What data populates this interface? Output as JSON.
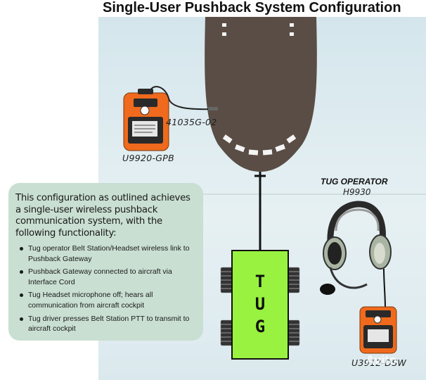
{
  "title": "Single-User Pushback System Configuration",
  "devices": {
    "gateway_cord": "41035G-02",
    "gateway": "U9920-GPB",
    "tug_operator_title": "TUG OPERATOR",
    "headset_model": "H9930",
    "belt_station": "U3912-DSW"
  },
  "tug": {
    "letters": [
      "T",
      "U",
      "G"
    ]
  },
  "info": {
    "intro": "This configuration as outlined achieves a single-user wireless pushback communication system, with the following functionality:",
    "items": [
      "Tug operator Belt Station/Headset wireless link to Pushback Gateway",
      "Pushback Gateway connected to aircraft via Interface Cord",
      "Tug Headset microphone off; hears all communication from aircraft cockpit",
      "Tug driver presses Belt Station PTT to transmit to aircraft cockpit"
    ]
  },
  "colors": {
    "aircraft": "#5a4d46",
    "tug": "#99f23f",
    "device_orange": "#ef6a1c",
    "info_box": "#c9dfd2"
  },
  "watermark": "Avito"
}
